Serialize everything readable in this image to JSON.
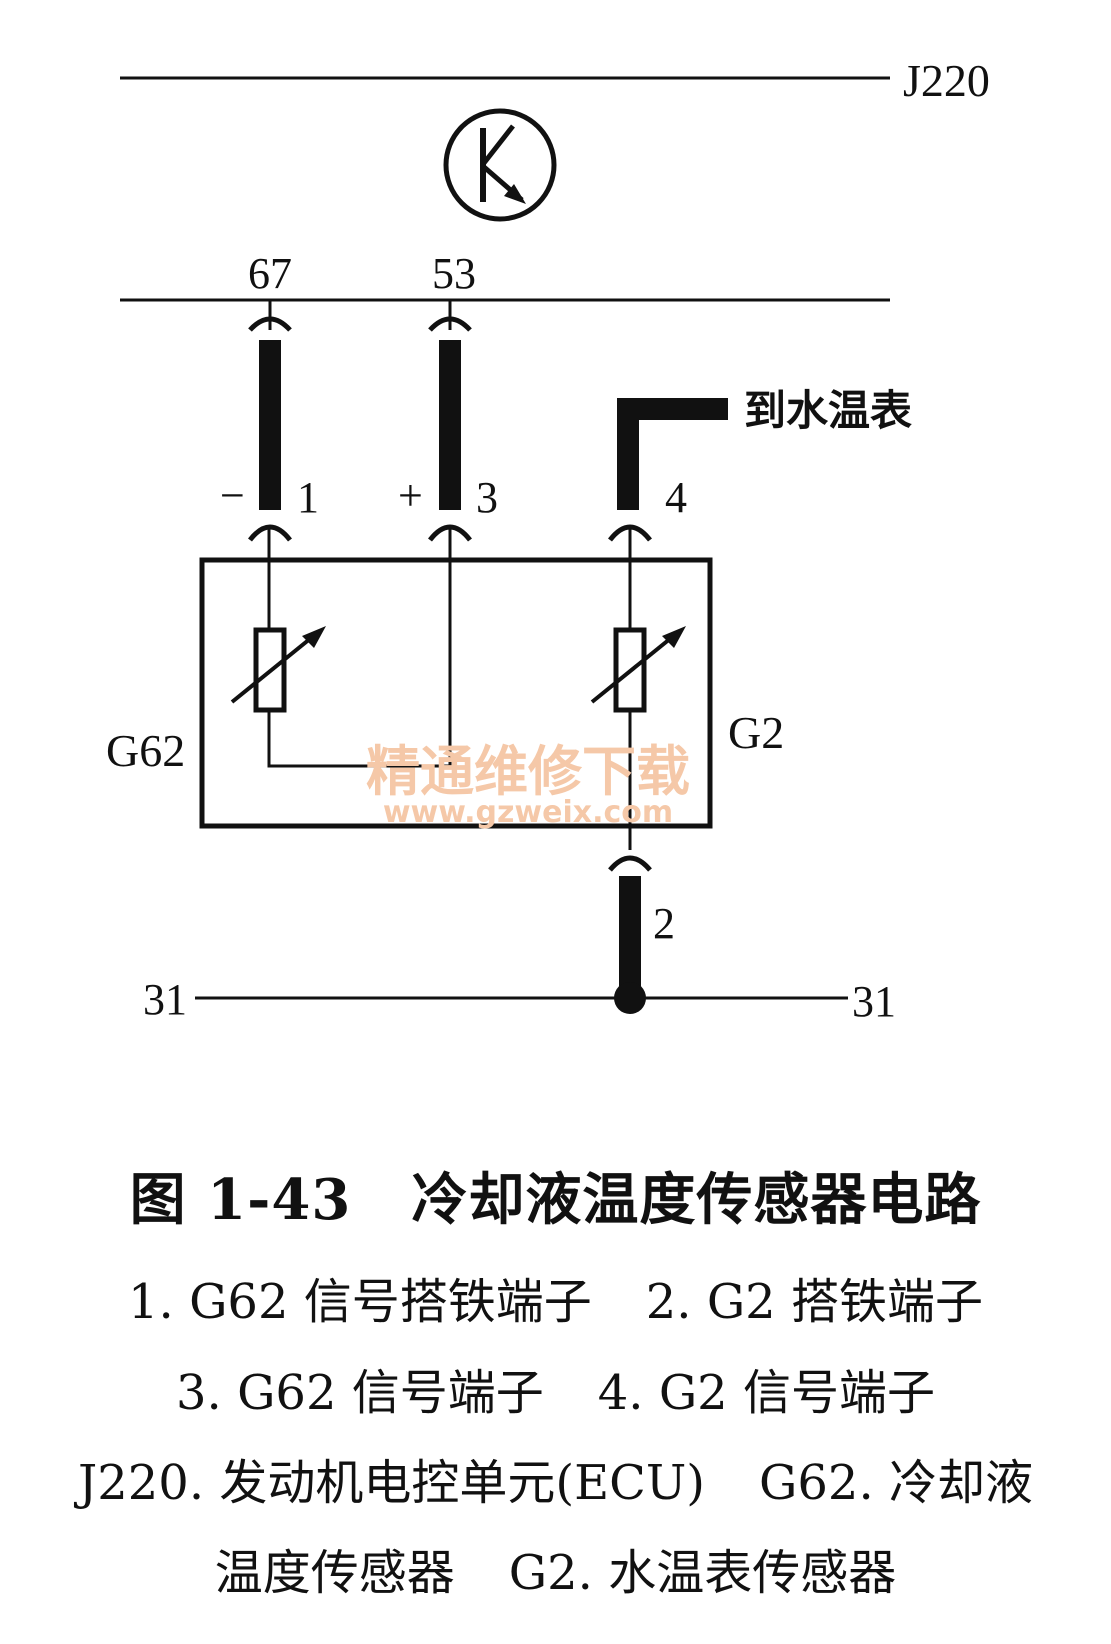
{
  "diagram": {
    "ecu_label": "J220",
    "terminals": {
      "t67": "67",
      "t53": "53"
    },
    "pins": {
      "p1": "1",
      "p3": "3",
      "p4": "4",
      "p2": "2"
    },
    "polarity": {
      "minus": "−",
      "plus": "+"
    },
    "to_gauge_label": "到水温表",
    "sensor_g62_label": "G62",
    "sensor_g2_label": "G2",
    "ground_left": "31",
    "ground_right": "31",
    "watermark_text": "精通维修下载",
    "watermark_url": "www.gzweix.com",
    "watermark_color": "#f5c8a8"
  },
  "caption": {
    "figure_no": "图 1-43",
    "title": "冷却液温度传感器电路"
  },
  "legend": {
    "item1": "1. G62 信号搭铁端子",
    "item2": "2. G2 搭铁端子",
    "item3": "3. G62 信号端子",
    "item4": "4. G2 信号端子",
    "item5": "J220. 发动机电控单元(ECU)",
    "item6_part1": "G62. 冷却液",
    "item6_part2": "温度传感器",
    "item7": "G2. 水温表传感器"
  }
}
